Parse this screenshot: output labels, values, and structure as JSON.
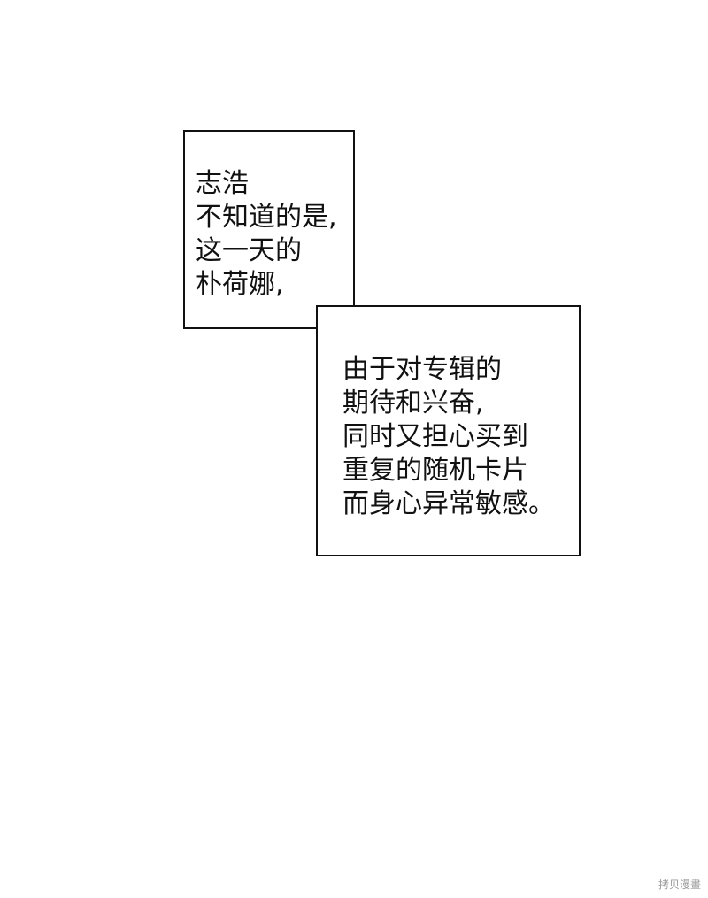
{
  "panel": {
    "caption_1": {
      "lines": [
        "志浩",
        "不知道的是,",
        "这一天的",
        "朴荷娜,"
      ]
    },
    "caption_2": {
      "lines": [
        "由于对专辑的",
        "期待和兴奋,",
        "同时又担心买到",
        "重复的随机卡片",
        "而身心异常敏感。"
      ]
    }
  },
  "watermark": {
    "text": "拷贝漫畫"
  }
}
